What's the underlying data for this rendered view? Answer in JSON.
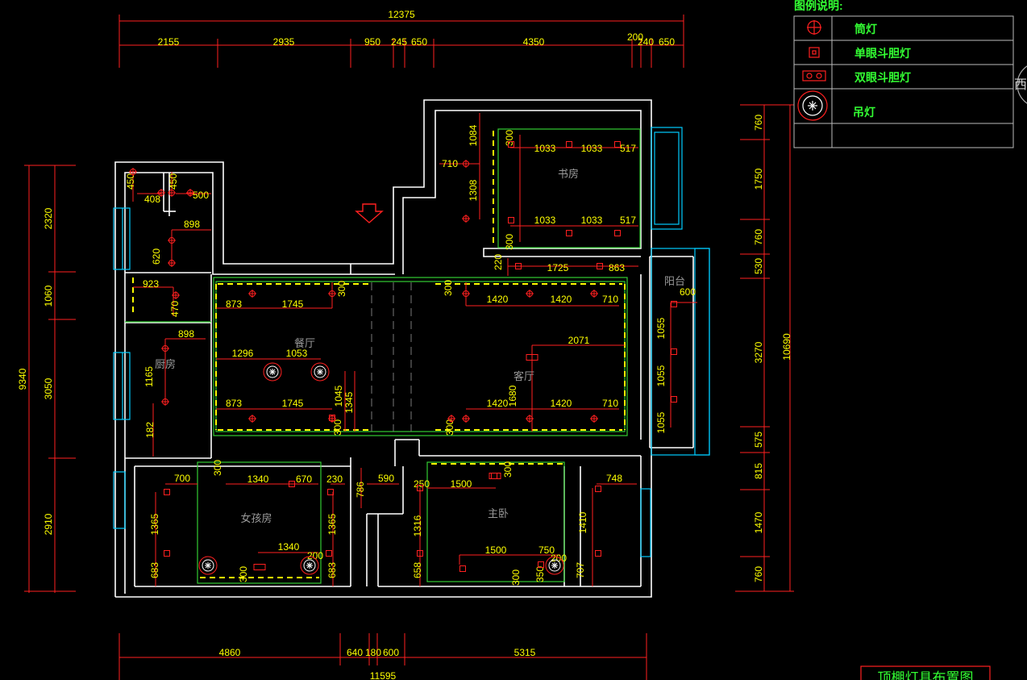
{
  "legend": {
    "title": "图例说明:",
    "items": [
      {
        "label": "筒灯",
        "icon": "downlight-icon"
      },
      {
        "label": "单眼斗胆灯",
        "icon": "single-grille-lamp-icon"
      },
      {
        "label": "双眼斗胆灯",
        "icon": "double-grille-lamp-icon"
      },
      {
        "label": "吊灯",
        "icon": "pendant-lamp-icon"
      }
    ]
  },
  "drawing_title": "顶棚灯具布置图",
  "edge_text": "西",
  "colors": {
    "wall": "#ffffff",
    "dim_line": "#ff2020",
    "dim_text": "#ffff00",
    "legend_text": "#33ff33",
    "window": "#00ccff",
    "ceiling": "#33cc33",
    "room_label": "#9a9a9a"
  },
  "rooms": {
    "study": "书房",
    "dining": "餐厅",
    "living": "客厅",
    "kitchen": "厨房",
    "balcony": "阳台",
    "girls_room": "女孩房",
    "master": "主卧"
  },
  "dimensions": {
    "top_total": "12375",
    "top_row": [
      "2155",
      "2935",
      "950",
      "245",
      "650",
      "4350",
      "200",
      "240",
      "650"
    ],
    "bottom_row": [
      "4860",
      "640",
      "180",
      "600",
      "5315"
    ],
    "bottom_total": "11595",
    "left_outer": "9340",
    "left_row": [
      "2320",
      "1060",
      "3050",
      "2910"
    ],
    "right_outer": "10690",
    "right_row": [
      "760",
      "1750",
      "760",
      "530",
      "3270",
      "575",
      "815",
      "1470",
      "760"
    ],
    "interior": [
      "1084",
      "710",
      "1308",
      "300",
      "1033",
      "1033",
      "517",
      "1033",
      "1033",
      "517",
      "300",
      "220",
      "1725",
      "863",
      "450",
      "408",
      "450",
      "500",
      "898",
      "620",
      "923",
      "470",
      "873",
      "1745",
      "300",
      "300",
      "1420",
      "1420",
      "710",
      "600",
      "1055",
      "1055",
      "1055",
      "898",
      "1296",
      "1053",
      "2071",
      "1165",
      "1045",
      "1345",
      "1680",
      "873",
      "1745",
      "1420",
      "1420",
      "710",
      "300",
      "300",
      "182",
      "300",
      "700",
      "1340",
      "670",
      "230",
      "786",
      "590",
      "250",
      "1500",
      "300",
      "748",
      "1365",
      "1365",
      "1316",
      "1410",
      "1340",
      "200",
      "683",
      "683",
      "658",
      "300",
      "1500",
      "750",
      "200",
      "300",
      "350",
      "707"
    ]
  }
}
